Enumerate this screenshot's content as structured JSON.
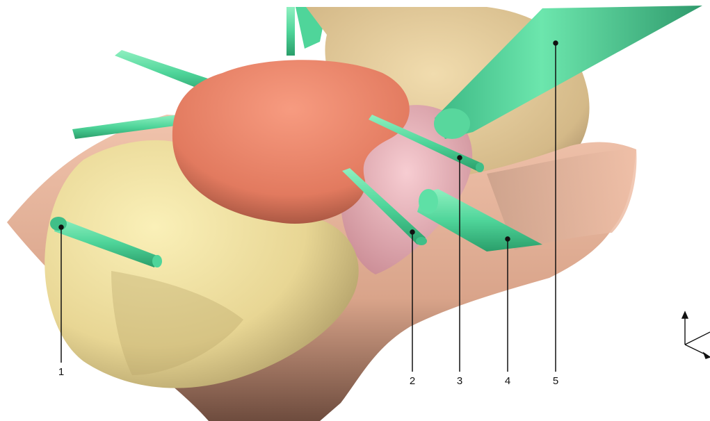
{
  "labels": {
    "l1": "1",
    "l2": "2",
    "l3": "3",
    "l4": "4",
    "l5": "5"
  },
  "colors": {
    "background": "#ffffff",
    "membrane": "#e9b49a",
    "membrane_dark": "#7a5848",
    "bone_left": "#f1e3a2",
    "bone_top": "#e2c79a",
    "sphere": "#e8876c",
    "pink_tissue": "#f0b8bf",
    "rod": "#4fd59a",
    "leader": "#111111"
  },
  "icons": {
    "axes": "axis-triad-icon"
  }
}
